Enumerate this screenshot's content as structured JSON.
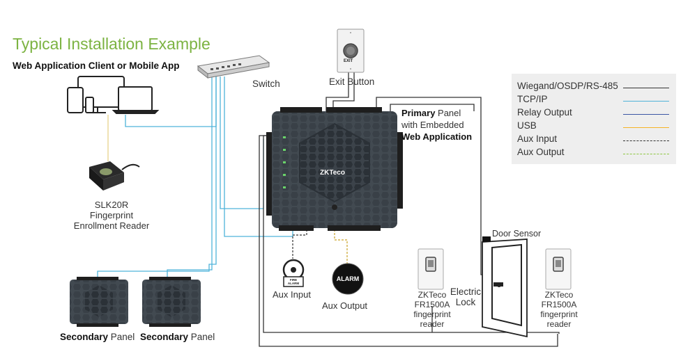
{
  "header": {
    "title": "Typical Installation Example",
    "subtitle": "Web Application Client or Mobile App"
  },
  "labels": {
    "switch": "Switch",
    "exit_button": "Exit Button",
    "exit_plate_text": "EXIT",
    "primary_panel": {
      "bold1": "Primary",
      "rest1": " Panel",
      "line2": "with Embedded",
      "bold3": "Web Application"
    },
    "panel_logo": "ZKTeco",
    "slk20r": [
      "SLK20R",
      "Fingerprint",
      "Enrollment Reader"
    ],
    "door_sensor": "Door Sensor",
    "electric_lock": [
      "Electric",
      "Lock"
    ],
    "aux_input": "Aux Input",
    "fire_alarm": [
      "FIRE",
      "ALARM"
    ],
    "aux_output": "Aux Output",
    "alarm": "ALARM",
    "reader_1": [
      "ZKTeco",
      "FR1500A",
      "fingerprint",
      "reader"
    ],
    "reader_2": [
      "ZKTeco",
      "FR1500A",
      "fingerprint",
      "reader"
    ],
    "secondary_1": {
      "bold": "Secondary",
      "rest": " Panel"
    },
    "secondary_2": {
      "bold": "Secondary",
      "rest": " Panel"
    }
  },
  "legend": [
    {
      "label": "Wiegand/OSDP/RS-485",
      "color": "#333333",
      "style": "solid"
    },
    {
      "label": "TCP/IP",
      "color": "#4fb3d9",
      "style": "solid"
    },
    {
      "label": "Relay Output",
      "color": "#3a55a4",
      "style": "solid"
    },
    {
      "label": "USB",
      "color": "#f5b324",
      "style": "solid"
    },
    {
      "label": "Aux Input",
      "color": "#333333",
      "style": "dashed"
    },
    {
      "label": "Aux Output",
      "color": "#8cc63f",
      "style": "dashed"
    }
  ],
  "colors": {
    "accent_green": "#7cb342",
    "panel_body": "#4a525a",
    "tcpip": "#4fb3d9",
    "wiegand": "#333333",
    "usb": "#f5b324",
    "aux_output": "#8cc63f"
  }
}
